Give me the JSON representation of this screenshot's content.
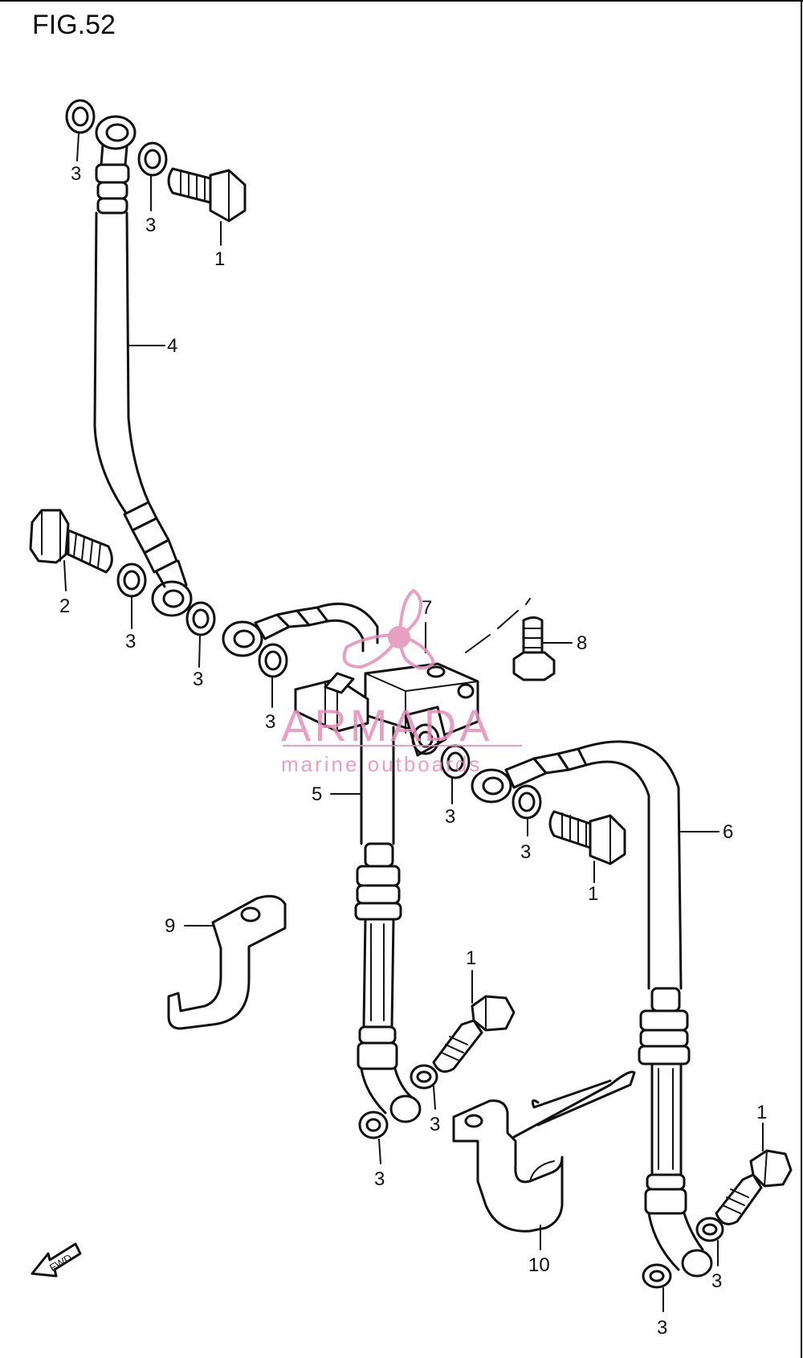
{
  "figure": {
    "title": "FIG.52"
  },
  "callouts": {
    "c1a": "1",
    "c1b": "1",
    "c1c": "1",
    "c1d": "1",
    "c2": "2",
    "c3a": "3",
    "c3b": "3",
    "c3c": "3",
    "c3d": "3",
    "c3e": "3",
    "c3f": "3",
    "c3g": "3",
    "c3h": "3",
    "c3i": "3",
    "c3j": "3",
    "c3k": "3",
    "c4": "4",
    "c5": "5",
    "c6": "6",
    "c7": "7",
    "c8": "8",
    "c9": "9",
    "c10": "10"
  },
  "fwd_arrow": {
    "label": "FWD"
  },
  "watermark": {
    "brand": "ARMADA",
    "tagline": "marine outboards",
    "color": "#e38fb8"
  }
}
